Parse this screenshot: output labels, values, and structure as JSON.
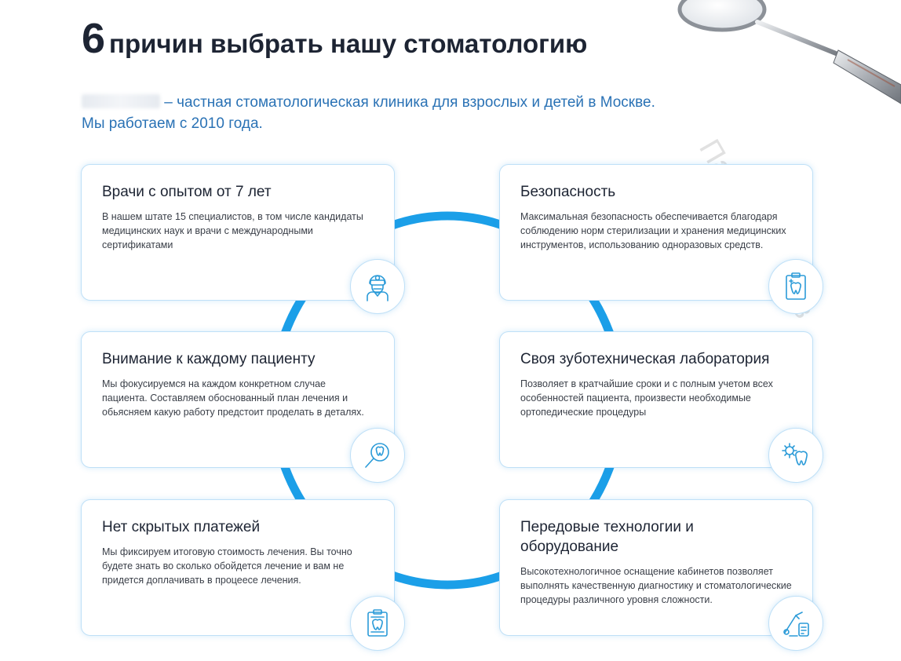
{
  "header": {
    "number": "6",
    "title": "причин выбрать нашу стоматологию",
    "intro_line1": "– частная стоматологическая клиника для взрослых и детей в Москве.",
    "intro_line2": "Мы работаем с 2010 года."
  },
  "watermark": "Павел Крылов",
  "cards": [
    {
      "title": "Врачи с опытом от 7 лет",
      "text": "В нашем штате 15 специалистов, в том числе кандидаты медицинских наук  и врачи с международными сертификатами",
      "icon": "doctor-icon"
    },
    {
      "title": "Безопасность",
      "text": "Максимальная безопасность обеспечивается благодаря соблюдению норм стерилизации и хранения медицинских инструментов, использованию одноразовых средств.",
      "icon": "tooth-clipboard-icon"
    },
    {
      "title": "Внимание к каждому пациенту",
      "text": "Мы фокусируемся на каждом конкретном случае пациента. Составляем обоснованный план лечения и обьясняем какую работу предстоит проделать в деталях.",
      "icon": "tooth-magnifier-icon"
    },
    {
      "title": "Своя зуботехническая лаборатория",
      "text": "Позволяет в кратчайшие сроки и с полным учетом всех особенностей пациента, произвести необходимые ортопедические процедуры",
      "icon": "tooth-gear-icon"
    },
    {
      "title": "Нет скрытых платежей",
      "text": "Мы фиксируем итоговую стоимость лечения. Вы точно будете знать во сколько обойдется лечение и вам не придется доплачивать в процеесе лечения.",
      "icon": "tooth-document-icon"
    },
    {
      "title": "Передовые технологии и оборудование",
      "text": "Высокотехнологичное оснащение кабинетов позволяет выполнять качественную диагностику и стоматологические процедуры различного уровня сложности.",
      "icon": "dental-equipment-icon"
    }
  ],
  "colors": {
    "accent": "#1b9fe8",
    "title": "#1d2433",
    "intro": "#2a72b5",
    "icon": "#2b9bd8"
  }
}
